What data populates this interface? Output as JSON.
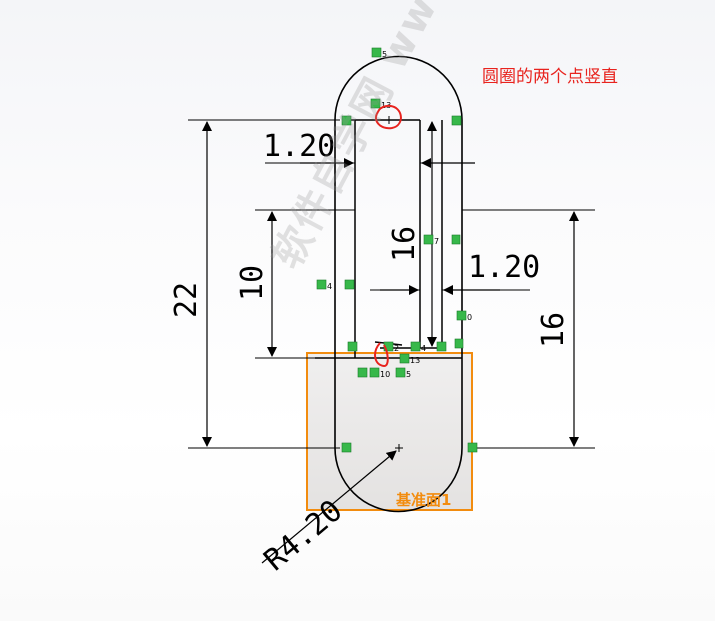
{
  "annotation": {
    "note": "圆圈的两个点竖直"
  },
  "plane": {
    "label": "基准面1"
  },
  "watermark": {
    "text": "软件自学网 www.rjzxw.com"
  },
  "dimensions": {
    "width_top": "1.20",
    "width_right": "1.20",
    "height_16_center": "16",
    "height_10": "10",
    "height_22": "22",
    "height_16_right": "16",
    "radius": "R4.20"
  },
  "relations": {
    "top": "5",
    "top_center": "13",
    "center_13": "13",
    "r7": "7",
    "r4": "4",
    "r0": "0",
    "r2": "2",
    "r5": "5",
    "r10": "10"
  },
  "colors": {
    "line": "#000000",
    "plane": "#f28c0f",
    "relation": "#37b84a",
    "annotation": "#e8231e"
  }
}
